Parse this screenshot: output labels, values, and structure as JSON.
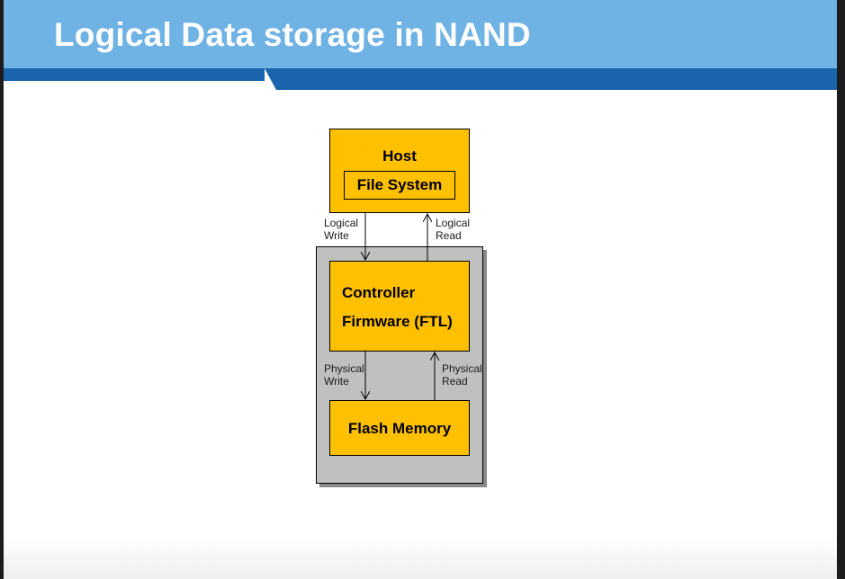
{
  "slide": {
    "title": "Logical Data storage in NAND",
    "colors": {
      "title_bar": "#6fb2e4",
      "accent": "#1a63ad",
      "box_fill": "#ffc000",
      "frame_fill": "#c0c0c0"
    }
  },
  "diagram": {
    "host": {
      "label": "Host",
      "inner_label": "File System"
    },
    "controller": {
      "line1": "Controller",
      "line2": "Firmware (FTL)"
    },
    "flash": {
      "label": "Flash Memory"
    },
    "arrows": {
      "logical_write": {
        "line1": "Logical",
        "line2": "Write"
      },
      "logical_read": {
        "line1": "Logical",
        "line2": "Read"
      },
      "physical_write": {
        "line1": "Physical",
        "line2": "Write"
      },
      "physical_read": {
        "line1": "Physical",
        "line2": "Read"
      }
    }
  }
}
